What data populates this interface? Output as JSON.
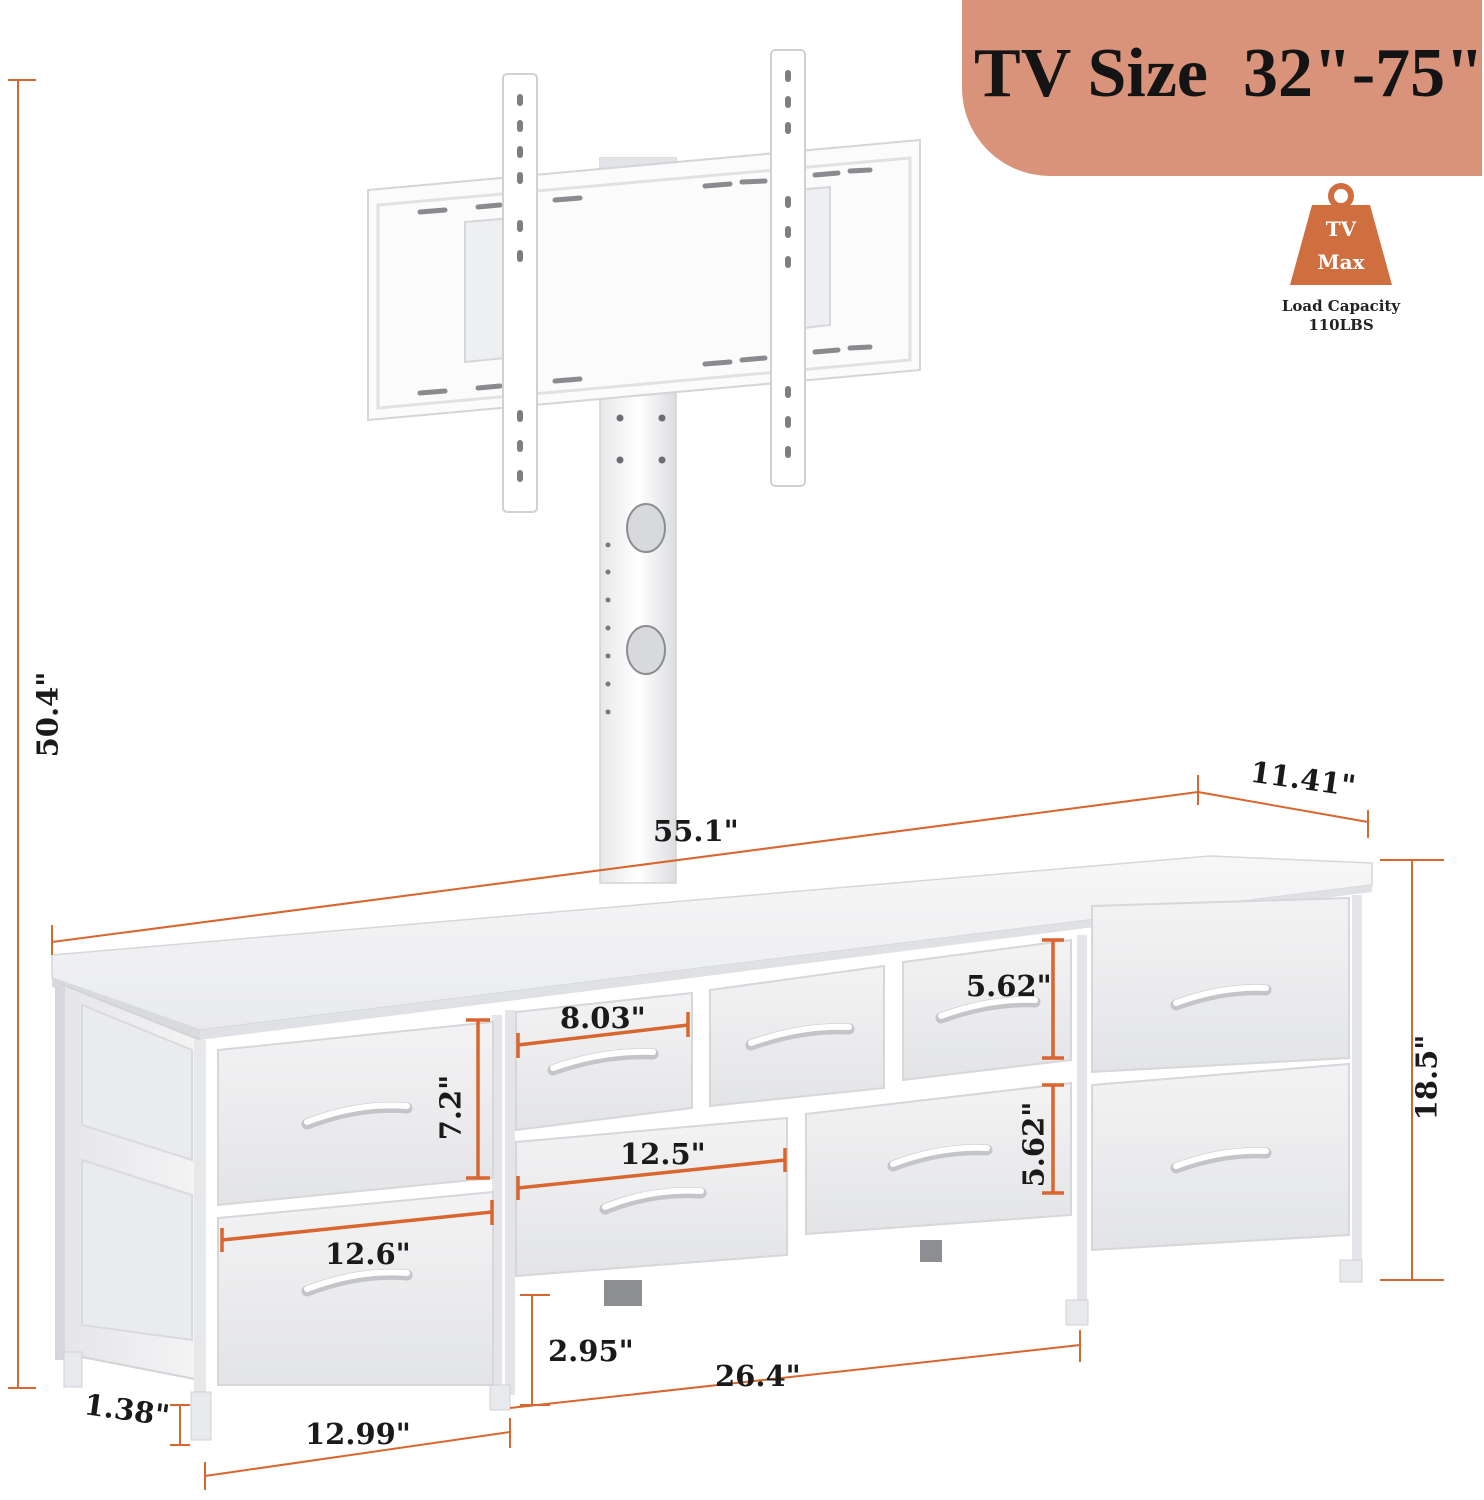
{
  "banner": {
    "tv_size_text": "TV Size  32\"-75\"",
    "bg_color": "#d9937a"
  },
  "weight_badge": {
    "line1": "TV",
    "line2": "Max",
    "load_label": "Load Capacity",
    "load_value": "110LBS",
    "color": "#cf6e3e"
  },
  "dimensions": {
    "total_height": "50.4\"",
    "width": "55.1\"",
    "depth": "11.41\"",
    "cabinet_height": "18.5\"",
    "drawer_small_width": "8.03\"",
    "drawer_small_height_top": "5.62\"",
    "drawer_small_height_bottom": "5.62\"",
    "drawer_large_height": "7.2\"",
    "drawer_middle_width": "12.5\"",
    "drawer_side_width": "12.6\"",
    "clearance": "2.95\"",
    "inner_width": "26.4\"",
    "foot_height": "1.38\"",
    "side_width": "12.99\""
  },
  "colors": {
    "dimension_line": "#d9652f",
    "furniture": "#ffffff",
    "shade": "#dcdde0"
  }
}
